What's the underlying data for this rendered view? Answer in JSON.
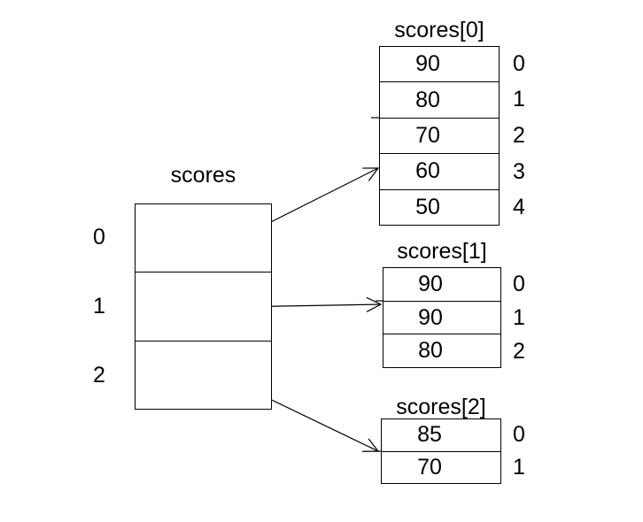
{
  "main_array": {
    "title": "scores",
    "indices": [
      "0",
      "1",
      "2"
    ]
  },
  "sub_arrays": [
    {
      "title": "scores[0]",
      "values": [
        "90",
        "80",
        "70",
        "60",
        "50"
      ],
      "indices": [
        "0",
        "1",
        "2",
        "3",
        "4"
      ]
    },
    {
      "title": "scores[1]",
      "values": [
        "90",
        "90",
        "80"
      ],
      "indices": [
        "0",
        "1",
        "2"
      ]
    },
    {
      "title": "scores[2]",
      "values": [
        "85",
        "70"
      ],
      "indices": [
        "0",
        "1"
      ]
    }
  ],
  "colors": {
    "background": "#ffffff",
    "line": "#000000",
    "text": "#000000"
  }
}
